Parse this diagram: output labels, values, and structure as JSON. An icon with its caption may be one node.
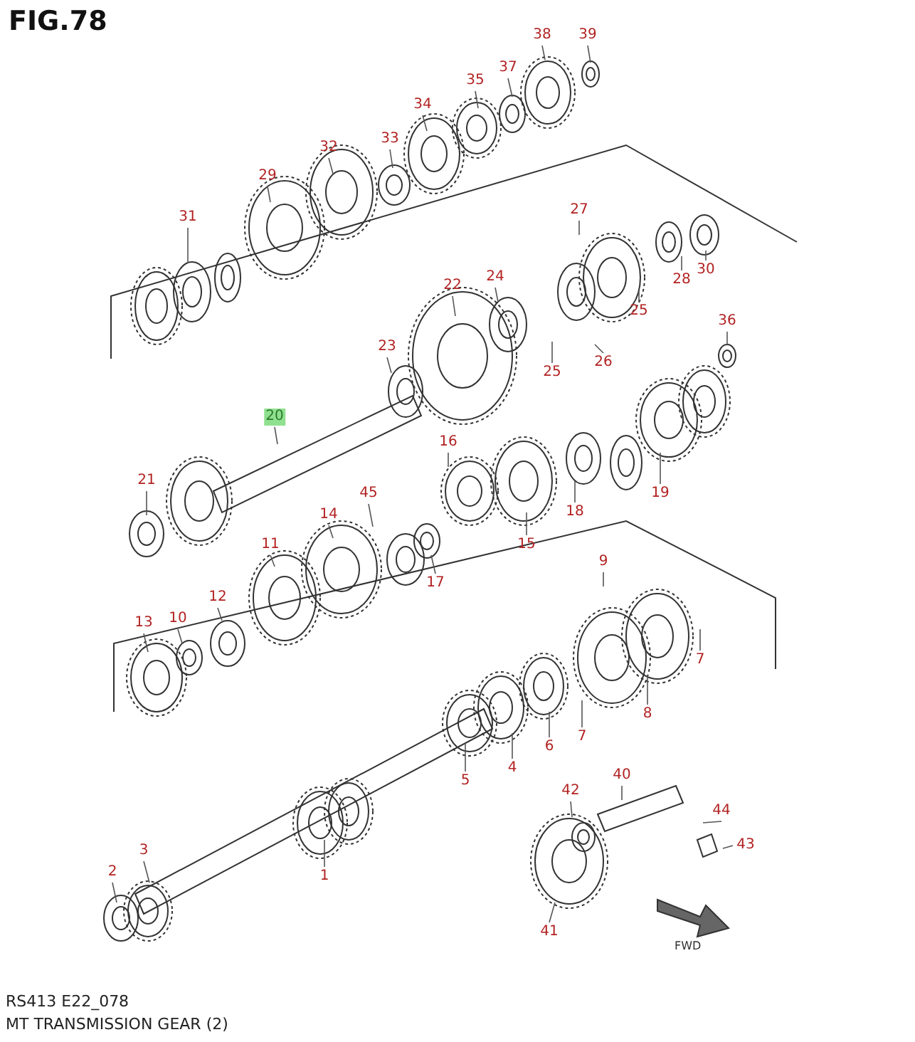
{
  "diagram": {
    "title": "FIG.78",
    "caption": "MT TRANSMISSION GEAR (2)",
    "nodes": [
      {
        "text": [
          "39"
        ]
      },
      {
        "text": [
          "38"
        ]
      },
      {
        "text": [
          "37"
        ]
      },
      {
        "text": [
          "35"
        ]
      },
      {
        "text": [
          "34"
        ]
      },
      {
        "text": [
          "33"
        ]
      },
      {
        "text": [
          "32"
        ]
      },
      {
        "text": [
          "29"
        ]
      },
      {
        "text": [
          "31"
        ]
      },
      {
        "text": [
          "27"
        ]
      },
      {
        "text": [
          "22"
        ]
      },
      {
        "text": [
          "24"
        ]
      },
      {
        "text": [
          "36"
        ]
      },
      {
        "text": [
          "23"
        ]
      },
      {
        "text": [
          "25"
        ]
      },
      {
        "text": [
          "28"
        ]
      },
      {
        "text": [
          "30"
        ]
      },
      {
        "text": [
          "26"
        ]
      },
      {
        "text": [
          "25"
        ]
      },
      {
        "text": [
          "20"
        ]
      },
      {
        "text": [
          "21"
        ]
      },
      {
        "text": [
          "16"
        ]
      },
      {
        "text": [
          "45"
        ]
      },
      {
        "text": [
          "14"
        ]
      },
      {
        "text": [
          "15"
        ]
      },
      {
        "text": [
          "18"
        ]
      },
      {
        "text": [
          "19"
        ]
      },
      {
        "text": [
          "11"
        ]
      },
      {
        "text": [
          "17"
        ]
      },
      {
        "text": [
          "9"
        ]
      },
      {
        "text": [
          "12"
        ]
      },
      {
        "text": [
          "10"
        ]
      },
      {
        "text": [
          "13"
        ]
      },
      {
        "text": [
          "7"
        ]
      },
      {
        "text": [
          "8"
        ]
      },
      {
        "text": [
          "7"
        ]
      },
      {
        "text": [
          "6"
        ]
      },
      {
        "text": [
          "4"
        ]
      },
      {
        "text": [
          "5"
        ]
      },
      {
        "text": [
          "40"
        ]
      },
      {
        "text": [
          "42"
        ]
      },
      {
        "text": [
          "44"
        ]
      },
      {
        "text": [
          "43"
        ]
      },
      {
        "text": [
          "2"
        ]
      },
      {
        "text": [
          "3"
        ]
      },
      {
        "text": [
          "1"
        ]
      },
      {
        "text": [
          "41"
        ]
      }
    ],
    "edges": [
      {
        "from": 0,
        "to": null,
        "arrow": "none"
      },
      {
        "from": 1,
        "to": null,
        "arrow": "none"
      },
      {
        "from": 2,
        "to": null,
        "arrow": "none"
      },
      {
        "from": 3,
        "to": null,
        "arrow": "none"
      },
      {
        "from": 4,
        "to": null,
        "arrow": "none"
      },
      {
        "from": 5,
        "to": null,
        "arrow": "none"
      },
      {
        "from": 6,
        "to": null,
        "arrow": "none"
      },
      {
        "from": 7,
        "to": null,
        "arrow": "none"
      },
      {
        "from": 8,
        "to": null,
        "arrow": "none"
      },
      {
        "from": 9,
        "to": null,
        "arrow": "none"
      },
      {
        "from": 10,
        "to": null,
        "arrow": "none"
      },
      {
        "from": 11,
        "to": null,
        "arrow": "none"
      },
      {
        "from": 12,
        "to": null,
        "arrow": "none"
      },
      {
        "from": 13,
        "to": null,
        "arrow": "none"
      },
      {
        "from": 14,
        "to": null,
        "arrow": "none"
      },
      {
        "from": 15,
        "to": null,
        "arrow": "none"
      },
      {
        "from": 16,
        "to": null,
        "arrow": "none"
      },
      {
        "from": 17,
        "to": null,
        "arrow": "none"
      },
      {
        "from": 18,
        "to": null,
        "arrow": "none"
      },
      {
        "from": 19,
        "to": null,
        "arrow": "none"
      },
      {
        "from": 20,
        "to": null,
        "arrow": "none"
      },
      {
        "from": 21,
        "to": null,
        "arrow": "none"
      },
      {
        "from": 22,
        "to": null,
        "arrow": "none"
      },
      {
        "from": 23,
        "to": null,
        "arrow": "none"
      },
      {
        "from": 24,
        "to": null,
        "arrow": "none"
      },
      {
        "from": 25,
        "to": null,
        "arrow": "none"
      },
      {
        "from": 26,
        "to": null,
        "arrow": "none"
      },
      {
        "from": 27,
        "to": null,
        "arrow": "none"
      },
      {
        "from": 28,
        "to": null,
        "arrow": "none"
      },
      {
        "from": 29,
        "to": null,
        "arrow": "none"
      },
      {
        "from": 30,
        "to": null,
        "arrow": "none"
      },
      {
        "from": 31,
        "to": null,
        "arrow": "none"
      },
      {
        "from": 32,
        "to": null,
        "arrow": "none"
      },
      {
        "from": 33,
        "to": null,
        "arrow": "none"
      },
      {
        "from": 34,
        "to": null,
        "arrow": "none"
      },
      {
        "from": 35,
        "to": null,
        "arrow": "none"
      },
      {
        "from": 36,
        "to": null,
        "arrow": "none"
      },
      {
        "from": 37,
        "to": null,
        "arrow": "none"
      },
      {
        "from": 38,
        "to": null,
        "arrow": "none"
      },
      {
        "from": 39,
        "to": null,
        "arrow": "none"
      },
      {
        "from": 40,
        "to": null,
        "arrow": "none"
      },
      {
        "from": 41,
        "to": null,
        "arrow": "none"
      },
      {
        "from": 42,
        "to": null,
        "arrow": "none"
      },
      {
        "from": 43,
        "to": null,
        "arrow": "none"
      },
      {
        "from": 44,
        "to": null,
        "arrow": "none"
      },
      {
        "from": 45,
        "to": null,
        "arrow": "none"
      },
      {
        "from": 46,
        "to": null,
        "arrow": "none"
      }
    ],
    "labels": [
      "FWD",
      "RS413 E22_078"
    ]
  }
}
